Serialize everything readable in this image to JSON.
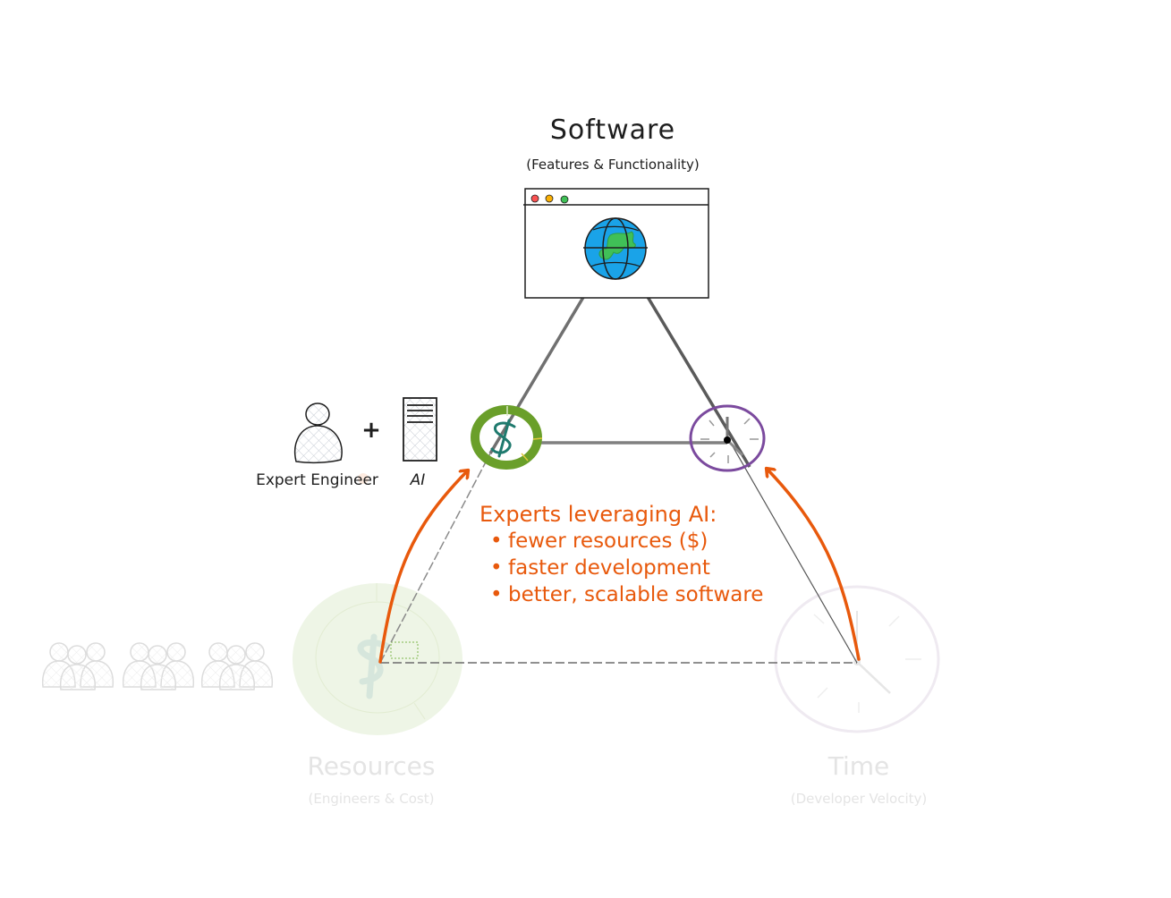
{
  "diagram": {
    "top_node": {
      "title": "Software",
      "subtitle": "(Features & Functionality)",
      "icon": "browser-globe-icon"
    },
    "bottom_left_node": {
      "title": "Resources",
      "subtitle": "(Engineers & Cost)",
      "icon": "dollar-coin-icon",
      "faded": true
    },
    "bottom_right_node": {
      "title": "Time",
      "subtitle": "(Developer Velocity)",
      "icon": "clock-icon",
      "faded": true
    },
    "combo": {
      "engineer_label": "Expert Engineer",
      "plus": "+",
      "ai_label": "AI"
    },
    "note": {
      "heading": "Experts leveraging AI:",
      "bullets": [
        "fewer resources ($)",
        "faster development",
        "better, scalable software"
      ]
    },
    "colors": {
      "accent": "#e8590c",
      "coin_green": "#6a9f2a",
      "dollar_teal": "#1f7a6e",
      "clock_purple": "#7b4a9e",
      "globe_blue": "#1aa3e8",
      "globe_land": "#40c057",
      "line_gray": "#6b6b6b"
    }
  }
}
